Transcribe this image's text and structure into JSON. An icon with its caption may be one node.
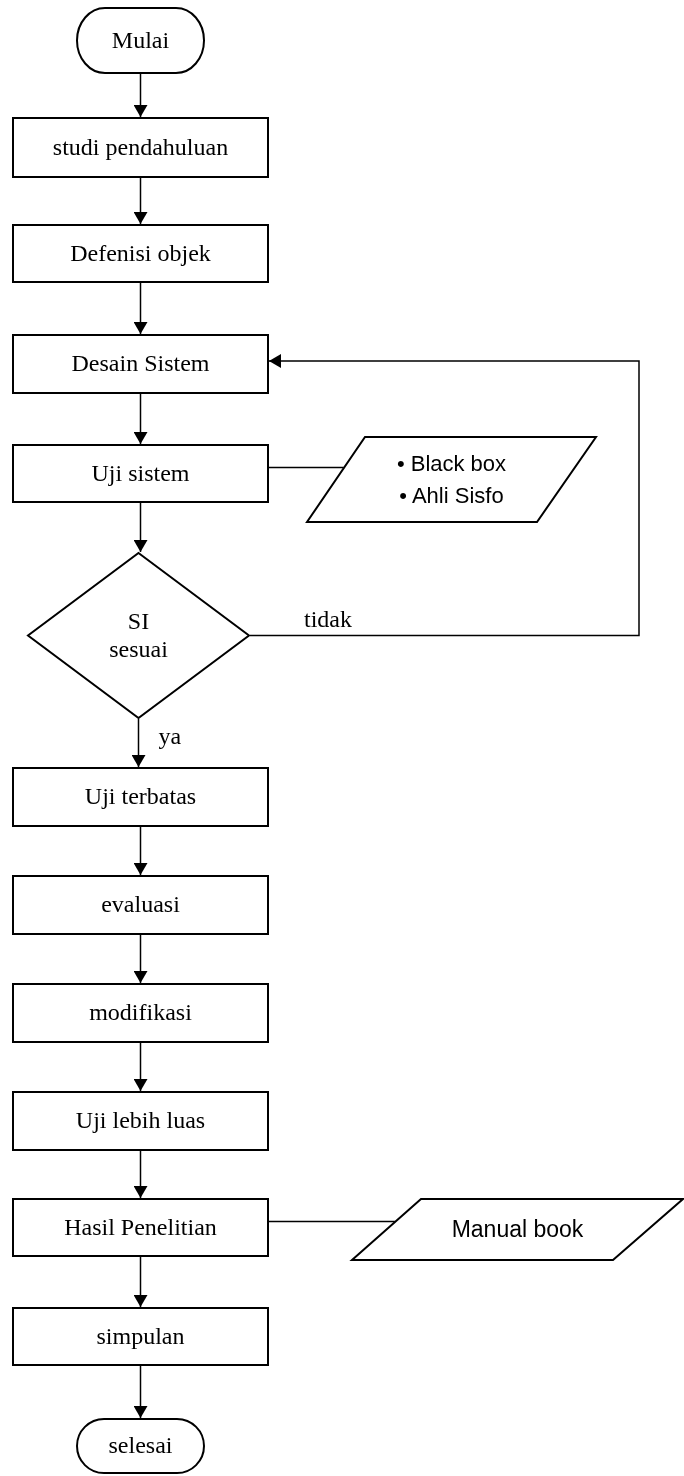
{
  "diagram": {
    "nodes": [
      {
        "text": [
          "Mulai"
        ]
      },
      {
        "text": [
          "studi pendahuluan"
        ]
      },
      {
        "text": [
          "Defenisi objek"
        ]
      },
      {
        "text": [
          "Desain Sistem"
        ]
      },
      {
        "text": [
          "Uji sistem"
        ]
      },
      {
        "text": [
          "• Black box",
          "• Ahli Sisfo"
        ]
      },
      {
        "text": [
          "SI sesuai"
        ]
      },
      {
        "text": [
          "Uji terbatas"
        ]
      },
      {
        "text": [
          "evaluasi"
        ]
      },
      {
        "text": [
          "modifikasi"
        ]
      },
      {
        "text": [
          "Uji lebih luas"
        ]
      },
      {
        "text": [
          "Hasil Penelitian"
        ]
      },
      {
        "text": [
          "Manual book"
        ]
      },
      {
        "text": [
          "simpulan"
        ]
      },
      {
        "text": [
          "selesai"
        ]
      }
    ],
    "edges": [
      {
        "from": 0,
        "to": 1,
        "arrow": "to"
      },
      {
        "from": 1,
        "to": 2,
        "arrow": "to"
      },
      {
        "from": 2,
        "to": 3,
        "arrow": "to"
      },
      {
        "from": 3,
        "to": 4,
        "arrow": "to"
      },
      {
        "from": 4,
        "to": 5,
        "arrow": "none"
      },
      {
        "from": 4,
        "to": 6,
        "arrow": "to"
      },
      {
        "from": 6,
        "to": 3,
        "arrow": "to",
        "label": "tidak"
      },
      {
        "from": 6,
        "to": 7,
        "arrow": "to",
        "label": "ya"
      },
      {
        "from": 7,
        "to": 8,
        "arrow": "to"
      },
      {
        "from": 8,
        "to": 9,
        "arrow": "to"
      },
      {
        "from": 9,
        "to": 10,
        "arrow": "to"
      },
      {
        "from": 10,
        "to": 11,
        "arrow": "to"
      },
      {
        "from": 11,
        "to": 12,
        "arrow": "none"
      },
      {
        "from": 11,
        "to": 13,
        "arrow": "to"
      },
      {
        "from": 13,
        "to": 14,
        "arrow": "to"
      }
    ]
  }
}
